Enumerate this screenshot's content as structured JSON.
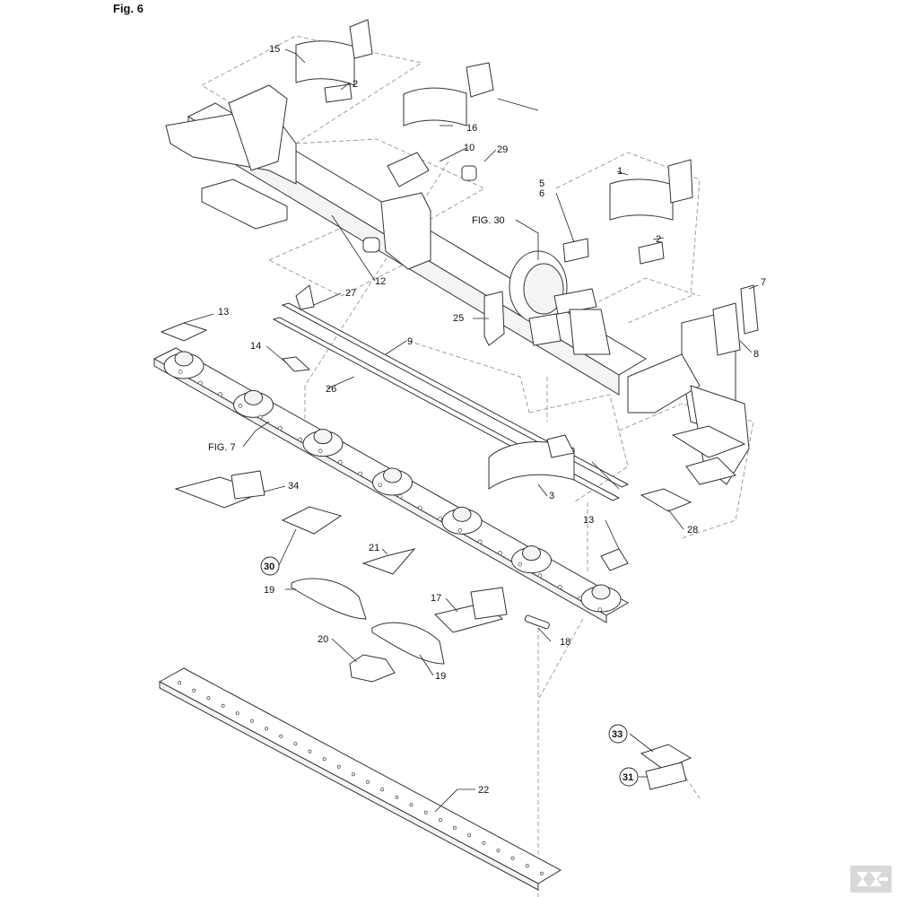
{
  "figure_title": "Fig. 6",
  "callouts": [
    {
      "id": "c15",
      "text": "15"
    },
    {
      "id": "c2a",
      "text": "2"
    },
    {
      "id": "c16",
      "text": "16"
    },
    {
      "id": "c10",
      "text": "10"
    },
    {
      "id": "c29",
      "text": "29"
    },
    {
      "id": "c1",
      "text": "1"
    },
    {
      "id": "c5",
      "text": "5"
    },
    {
      "id": "c6",
      "text": "6"
    },
    {
      "id": "cfig30",
      "text": "FIG. 30"
    },
    {
      "id": "c2b",
      "text": "2"
    },
    {
      "id": "c7",
      "text": "7"
    },
    {
      "id": "c8",
      "text": "8"
    },
    {
      "id": "c12",
      "text": "12"
    },
    {
      "id": "c27",
      "text": "27"
    },
    {
      "id": "c25",
      "text": "25"
    },
    {
      "id": "c13a",
      "text": "13"
    },
    {
      "id": "c14",
      "text": "14"
    },
    {
      "id": "c9",
      "text": "9"
    },
    {
      "id": "c26",
      "text": "26"
    },
    {
      "id": "cfig7",
      "text": "FIG. 7"
    },
    {
      "id": "c34",
      "text": "34"
    },
    {
      "id": "c3",
      "text": "3"
    },
    {
      "id": "c13b",
      "text": "13"
    },
    {
      "id": "c28",
      "text": "28"
    },
    {
      "id": "c21",
      "text": "21"
    },
    {
      "id": "c30",
      "text": "30"
    },
    {
      "id": "c19a",
      "text": "19"
    },
    {
      "id": "c17",
      "text": "17"
    },
    {
      "id": "c18",
      "text": "18"
    },
    {
      "id": "c20",
      "text": "20"
    },
    {
      "id": "c19b",
      "text": "19"
    },
    {
      "id": "c33",
      "text": "33"
    },
    {
      "id": "c31",
      "text": "31"
    },
    {
      "id": "c22",
      "text": "22"
    }
  ],
  "icons": {
    "watermark": "brand-k-chevron-logo"
  }
}
